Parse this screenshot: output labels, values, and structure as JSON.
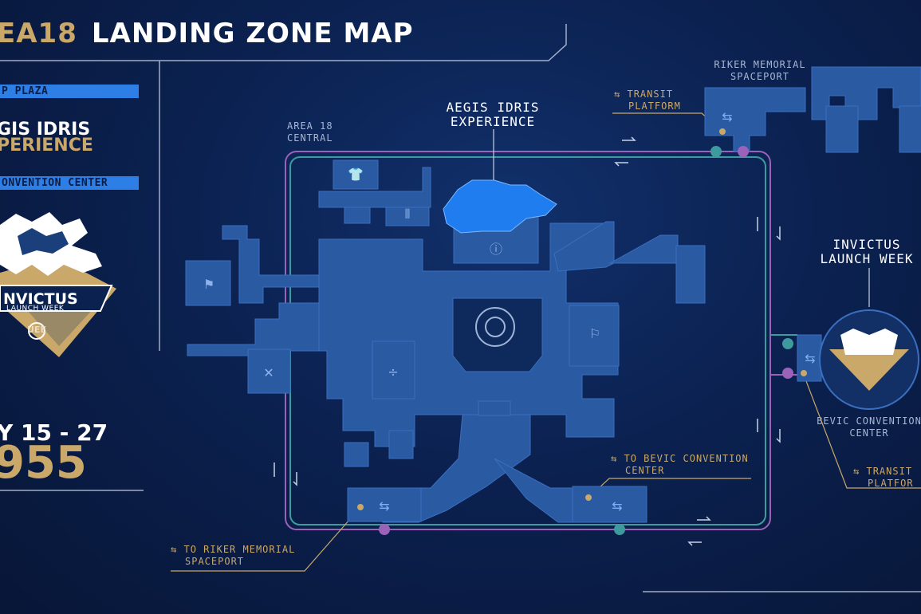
{
  "header": {
    "title_part1": "EA18",
    "title_part2": "LANDING ZONE MAP"
  },
  "sidebar": {
    "band1": "P PLAZA",
    "aegis_line1": "GIS IDRIS",
    "aegis_line2": "PERIENCE",
    "band2": "ONVENTION CENTER",
    "logo_word": "NVICTUS",
    "logo_sub": "LAUNCH WEEK",
    "logo_mark": "UEE",
    "date_line1": "Y 15 - 27",
    "date_line2": "955"
  },
  "map": {
    "area18_central": [
      "AREA 18",
      "CENTRAL"
    ],
    "aegis_experience": [
      "AEGIS IDRIS",
      "EXPERIENCE"
    ],
    "riker_spaceport": [
      "RIKER MEMORIAL",
      "SPACEPORT"
    ],
    "transit_platform_top": [
      "TRANSIT",
      "PLATFORM"
    ],
    "invictus_launch_week": [
      "INVICTUS",
      "LAUNCH WEEK"
    ],
    "bevic_convention_center": [
      "BEVIC CONVENTION",
      "CENTER"
    ],
    "transit_platform_right": [
      "TRANSIT",
      "PLATFOR"
    ],
    "to_bevic": [
      "TO BEVIC CONVENTION",
      "CENTER"
    ],
    "to_riker": [
      "TO RIKER MEMORIAL",
      "SPACEPORT"
    ]
  },
  "colors": {
    "background": "#0b2150",
    "building": "#2a5aa2",
    "highlight": "#1f7df0",
    "gold": "#c9a86a",
    "teal": "#3f9aa0",
    "purple": "#9a62b8"
  },
  "icons": [
    "transit-arrows-icon",
    "ship-icon",
    "shirt-icon",
    "tools-icon",
    "info-icon",
    "drink-icon",
    "gear-hub-icon",
    "direction-arrow-icon"
  ]
}
